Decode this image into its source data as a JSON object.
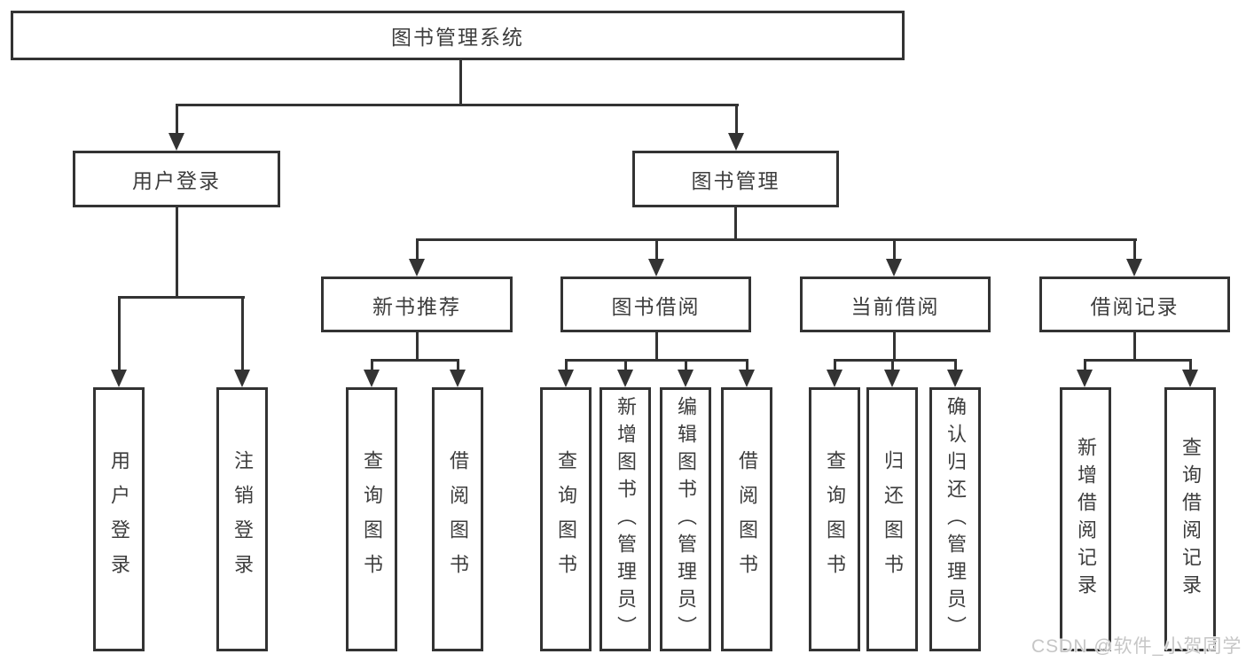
{
  "diagram": {
    "root": {
      "label": "图书管理系统"
    },
    "level2": [
      {
        "label": "用户登录"
      },
      {
        "label": "图书管理"
      }
    ],
    "level3": [
      {
        "label": "新书推荐"
      },
      {
        "label": "图书借阅"
      },
      {
        "label": "当前借阅"
      },
      {
        "label": "借阅记录"
      }
    ],
    "leaves": {
      "login": [
        {
          "label": "用户登录"
        },
        {
          "label": "注销登录"
        }
      ],
      "recommend": [
        {
          "label": "查询图书"
        },
        {
          "label": "借阅图书"
        }
      ],
      "borrow": [
        {
          "label": "查询图书"
        },
        {
          "label": "新增图书（管理员）"
        },
        {
          "label": "编辑图书（管理员）"
        },
        {
          "label": "借阅图书"
        }
      ],
      "current": [
        {
          "label": "查询图书"
        },
        {
          "label": "归还图书"
        },
        {
          "label": "确认归还（管理员）"
        }
      ],
      "records": [
        {
          "label": "新增借阅记录"
        },
        {
          "label": "查询借阅记录"
        }
      ]
    }
  },
  "watermark": {
    "text": "CSDN @软件_小贺同学"
  },
  "colors": {
    "line": "#333333",
    "text": "#3d3d3d",
    "watermark": "#c6c6c6",
    "background": "#ffffff"
  }
}
